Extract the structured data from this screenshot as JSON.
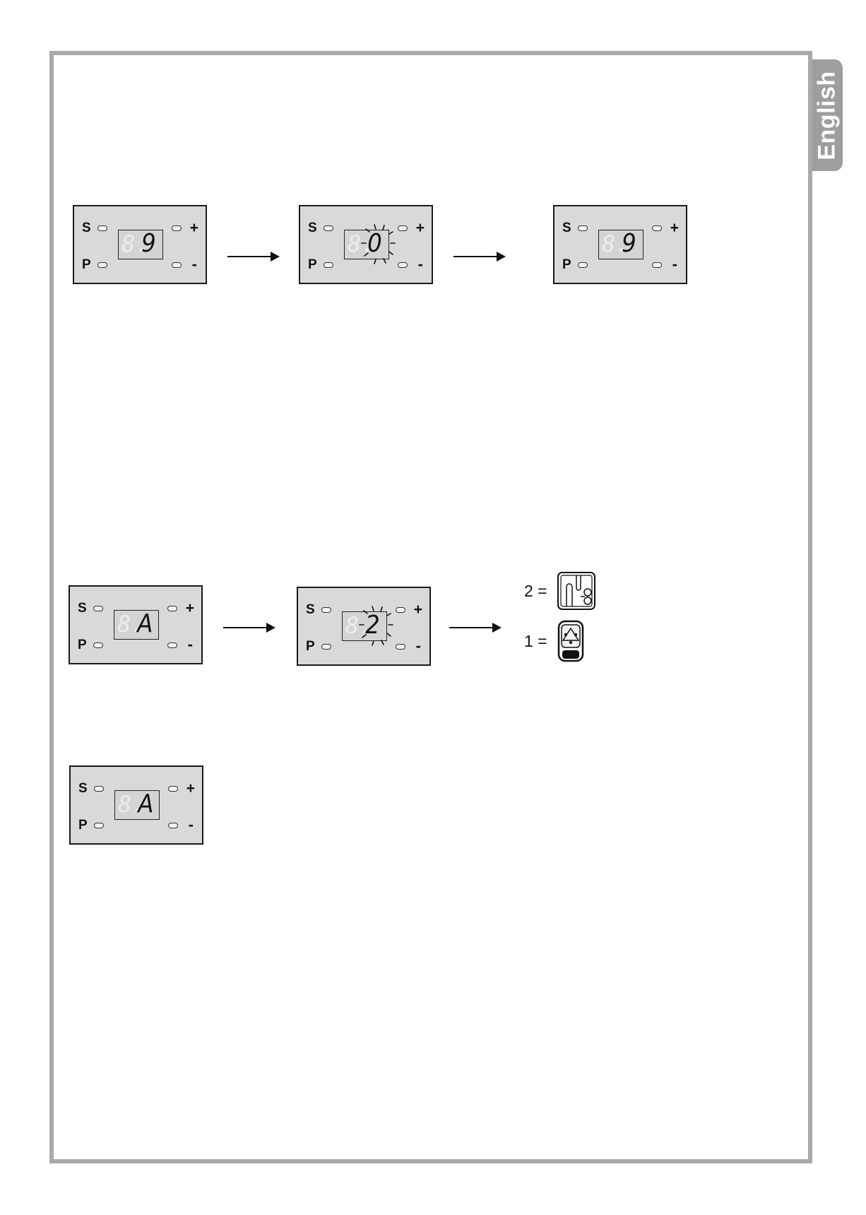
{
  "lang_tab": {
    "label": "English"
  },
  "panel_keys": {
    "s": "S",
    "p": "P",
    "plus": "+",
    "minus": "-"
  },
  "row1": {
    "panel_a": {
      "digit": "9",
      "blinking": false
    },
    "panel_b": {
      "digit": "0",
      "blinking": true
    },
    "panel_c": {
      "digit": "9",
      "blinking": false
    }
  },
  "row2": {
    "panel_a": {
      "digit": "A",
      "blinking": false
    },
    "panel_b": {
      "digit": "2",
      "blinking": true
    },
    "legend": [
      {
        "label": "2 =",
        "icon": "wall-socket-icon"
      },
      {
        "label": "1 =",
        "icon": "remote-control-icon"
      }
    ]
  },
  "row3": {
    "panel_a": {
      "digit": "A",
      "blinking": false
    }
  }
}
